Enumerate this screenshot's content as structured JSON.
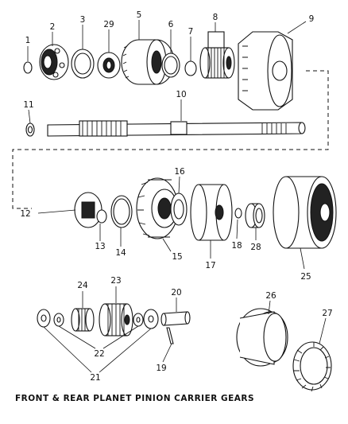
{
  "caption": "FRONT & REAR PLANET PINION CARRIER GEARS",
  "callouts": [
    "1",
    "2",
    "3",
    "29",
    "5",
    "6",
    "7",
    "8",
    "9",
    "10",
    "11",
    "12",
    "13",
    "14",
    "15",
    "16",
    "17",
    "18",
    "28",
    "25",
    "24",
    "23",
    "20",
    "22",
    "21",
    "19",
    "26",
    "27"
  ]
}
